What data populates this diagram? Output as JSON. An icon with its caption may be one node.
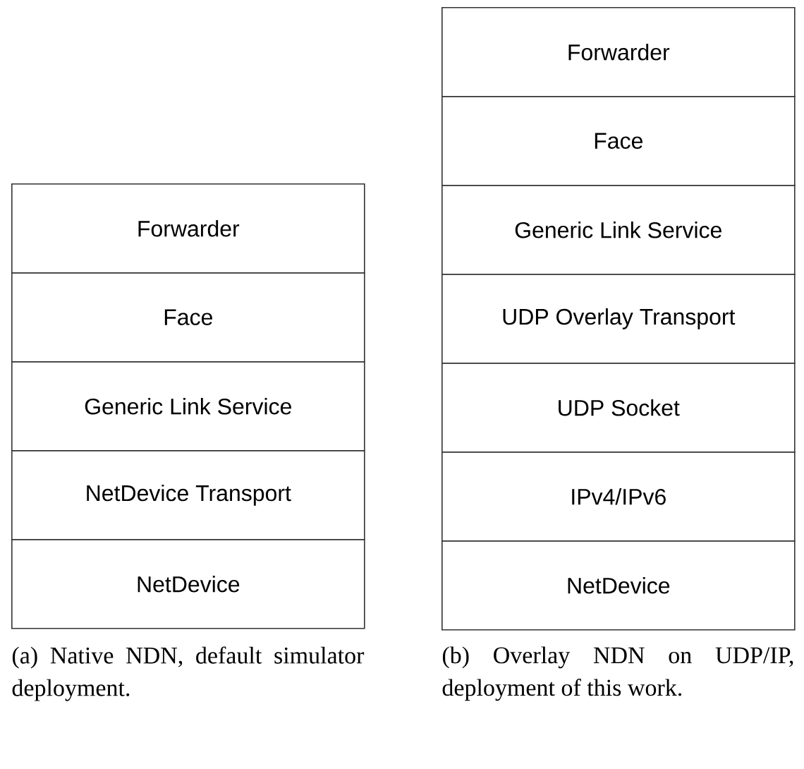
{
  "diagram": {
    "nodes": [
      {
        "text": [
          "Forwarder"
        ]
      },
      {
        "text": [
          "Face"
        ]
      },
      {
        "text": [
          "Generic Link Service"
        ]
      },
      {
        "text": [
          "NetDevice Transport"
        ]
      },
      {
        "text": [
          "NetDevice"
        ]
      },
      {
        "text": [
          "Forwarder"
        ]
      },
      {
        "text": [
          "Face"
        ]
      },
      {
        "text": [
          "Generic Link Service"
        ]
      },
      {
        "text": [
          "UDP Overlay Transport"
        ]
      },
      {
        "text": [
          "UDP Socket"
        ]
      },
      {
        "text": [
          "IPv4/IPv6"
        ]
      },
      {
        "text": [
          "NetDevice"
        ]
      }
    ],
    "labels": [
      "(a) Native NDN, default simulator deployment.",
      "(b) Overlay NDN on UDP/IP, deployment of this work."
    ]
  }
}
